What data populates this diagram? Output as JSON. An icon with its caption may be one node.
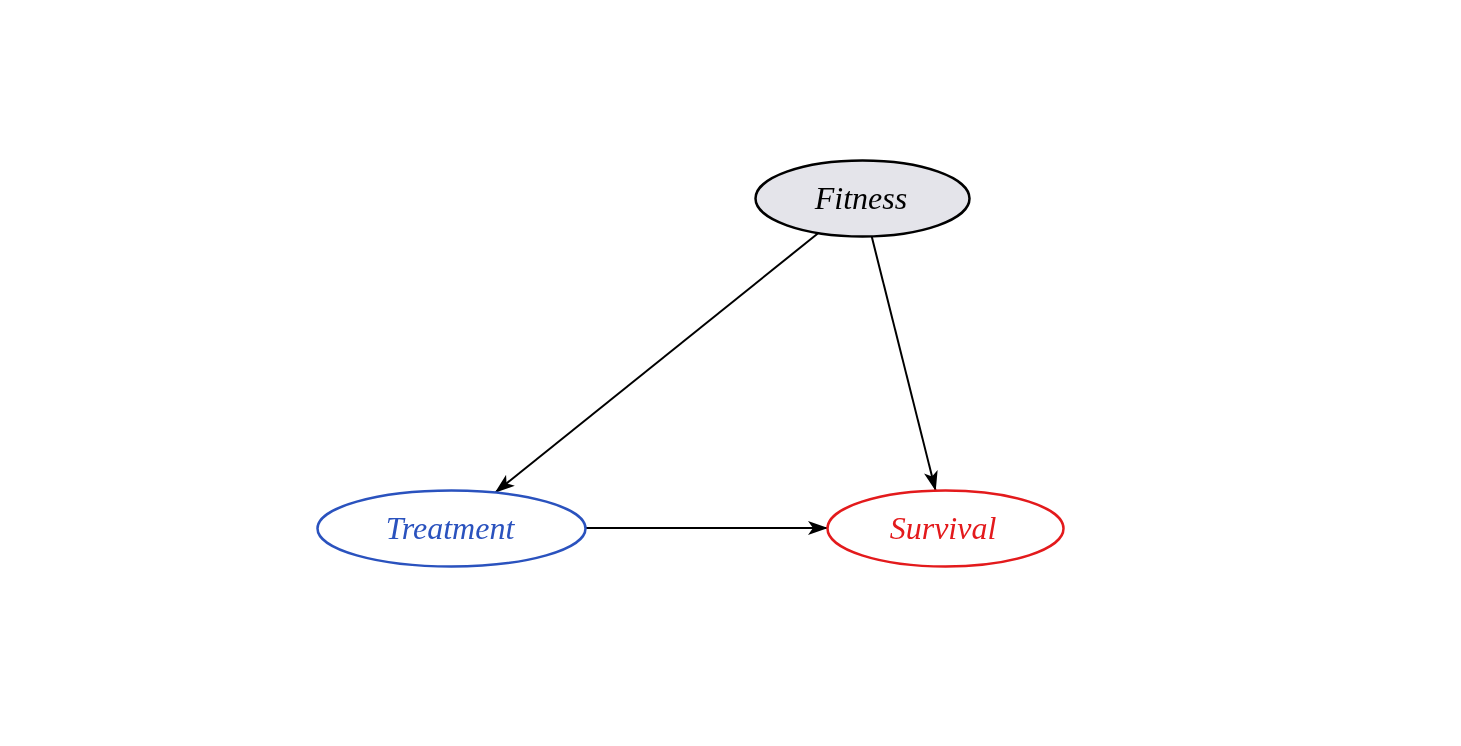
{
  "diagram": {
    "nodes": [
      {
        "text": [
          "Fitness"
        ]
      },
      {
        "text": [
          "Treatment"
        ]
      },
      {
        "text": [
          "Survival"
        ]
      }
    ],
    "edges": [
      {
        "from": 0,
        "to": 1,
        "arrow": "to"
      },
      {
        "from": 0,
        "to": 2,
        "arrow": "to"
      },
      {
        "from": 1,
        "to": 2,
        "arrow": "to"
      }
    ]
  }
}
